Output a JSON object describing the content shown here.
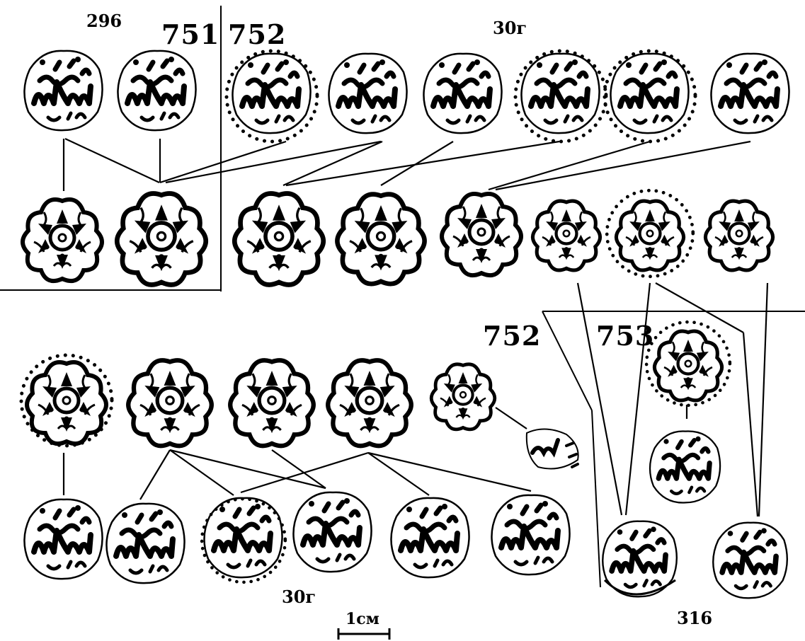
{
  "labels": {
    "tl_small": "296",
    "tl_751": "751",
    "tl_752": "752",
    "top_year": "30г",
    "mid_752": "752",
    "mid_753": "753",
    "bottom_year": "30г",
    "scale": "1см",
    "bottom_316": "316"
  },
  "ink_color": "#000000",
  "background_color": "#ffffff",
  "icons": {
    "obverse": "inscription-coin-icon",
    "reverse": "rosette-coin-icon",
    "fragment": "coin-fragment-icon",
    "scale": "scale-bar-icon"
  }
}
